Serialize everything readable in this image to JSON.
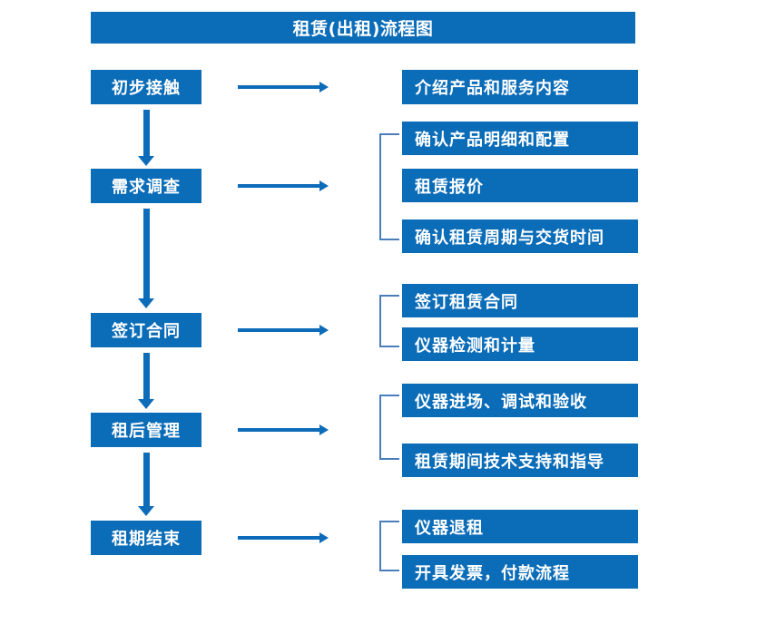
{
  "diagram": {
    "title": "租赁(出租)流程图",
    "colors": {
      "box_fill": "#0b6cb8",
      "box_text": "#ffffff",
      "arrow": "#0d6cb9",
      "bracket": "#4a7ebb",
      "background": "#ffffff"
    },
    "stages": [
      {
        "label": "初步接触"
      },
      {
        "label": "需求调查"
      },
      {
        "label": "签订合同"
      },
      {
        "label": "租后管理"
      },
      {
        "label": "租期结束"
      }
    ],
    "groups": [
      {
        "bracketed": false,
        "items": [
          {
            "label": "介绍产品和服务内容"
          }
        ]
      },
      {
        "bracketed": true,
        "items": [
          {
            "label": "确认产品明细和配置"
          },
          {
            "label": "租赁报价"
          },
          {
            "label": "确认租赁周期与交货时间"
          }
        ]
      },
      {
        "bracketed": true,
        "items": [
          {
            "label": "签订租赁合同"
          },
          {
            "label": "仪器检测和计量"
          }
        ]
      },
      {
        "bracketed": true,
        "items": [
          {
            "label": "仪器进场、调试和验收"
          },
          {
            "label": "租赁期间技术支持和指导"
          }
        ]
      },
      {
        "bracketed": true,
        "items": [
          {
            "label": "仪器退租"
          },
          {
            "label": "开具发票，付款流程"
          }
        ]
      }
    ]
  }
}
